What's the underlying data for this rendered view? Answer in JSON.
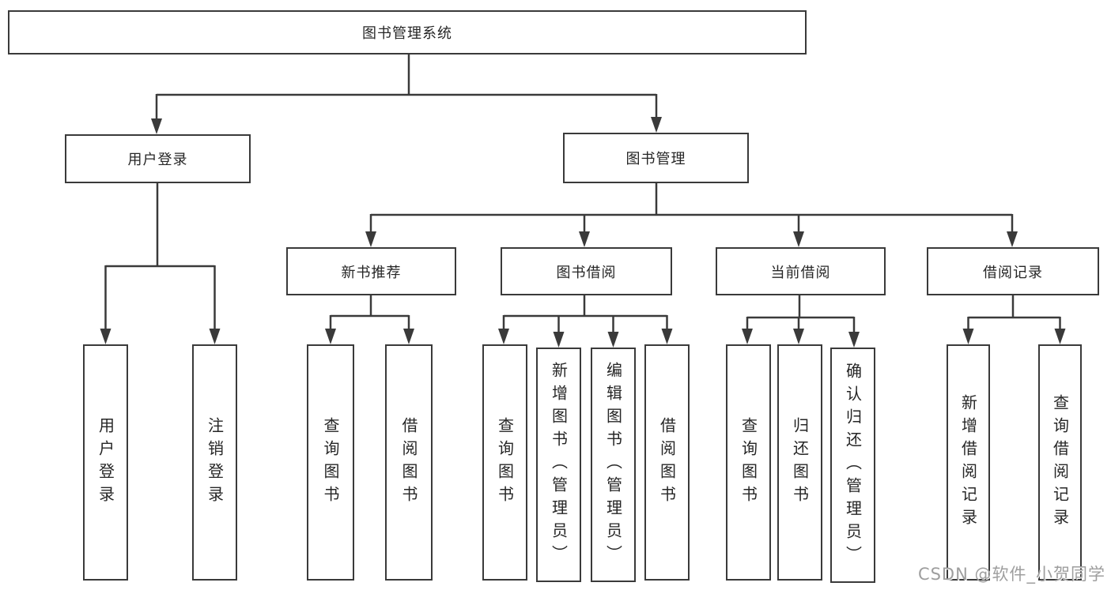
{
  "colors": {
    "line": "#3a3a3a",
    "box_border": "#3a3a3a",
    "text": "#262626",
    "background": "#ffffff",
    "watermark": "#9e9e9e"
  },
  "nodes": {
    "root": {
      "label": "图书管理系统"
    },
    "user_login": {
      "label": "用户登录"
    },
    "book_mgmt": {
      "label": "图书管理"
    },
    "leaf_user_login": {
      "label": "用户登录"
    },
    "leaf_logout": {
      "label": "注销登录"
    },
    "new_book_rec": {
      "label": "新书推荐"
    },
    "book_borrow": {
      "label": "图书借阅"
    },
    "current_borrow": {
      "label": "当前借阅"
    },
    "borrow_record": {
      "label": "借阅记录"
    },
    "nb_query": {
      "label": "查询图书"
    },
    "nb_borrow": {
      "label": "借阅图书"
    },
    "bb_query": {
      "label": "查询图书"
    },
    "bb_add": {
      "label": "新增图书（管理员）"
    },
    "bb_edit": {
      "label": "编辑图书（管理员）"
    },
    "bb_borrow": {
      "label": "借阅图书"
    },
    "cb_query": {
      "label": "查询图书"
    },
    "cb_return": {
      "label": "归还图书"
    },
    "cb_confirm": {
      "label": "确认归还（管理员）"
    },
    "br_add": {
      "label": "新增借阅记录"
    },
    "br_query": {
      "label": "查询借阅记录"
    }
  },
  "hierarchy": {
    "图书管理系统": {
      "用户登录": [
        "用户登录",
        "注销登录"
      ],
      "图书管理": {
        "新书推荐": [
          "查询图书",
          "借阅图书"
        ],
        "图书借阅": [
          "查询图书",
          "新增图书（管理员）",
          "编辑图书（管理员）",
          "借阅图书"
        ],
        "当前借阅": [
          "查询图书",
          "归还图书",
          "确认归还（管理员）"
        ],
        "借阅记录": [
          "新增借阅记录",
          "查询借阅记录"
        ]
      }
    }
  },
  "watermark": {
    "text": "CSDN @软件_小贺同学"
  }
}
